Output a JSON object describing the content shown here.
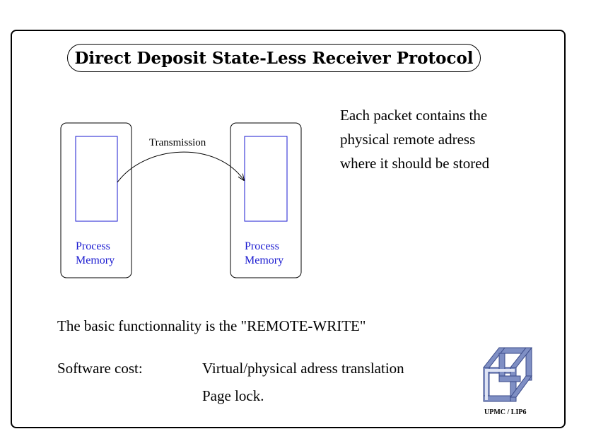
{
  "title": "Direct Deposit State-Less Receiver Protocol",
  "diagram": {
    "sender_label_line1": "Process",
    "sender_label_line2": "Memory",
    "receiver_label_line1": "Process",
    "receiver_label_line2": "Memory",
    "arrow_label": "Transmission"
  },
  "note_lines": [
    "Each packet contains the",
    "physical remote adress",
    "where it should be stored"
  ],
  "basic_functionality": "The basic functionnality is the \"REMOTE-WRITE\"",
  "software_cost": {
    "label": "Software cost:",
    "item1": "Virtual/physical adress translation",
    "item2": "Page lock."
  },
  "logo": {
    "icon": "impossible-cube-icon",
    "caption": "UPMC / LIP6"
  },
  "colors": {
    "memory_label": "#1a1ad0",
    "logo_face": "#7f8fc4"
  }
}
